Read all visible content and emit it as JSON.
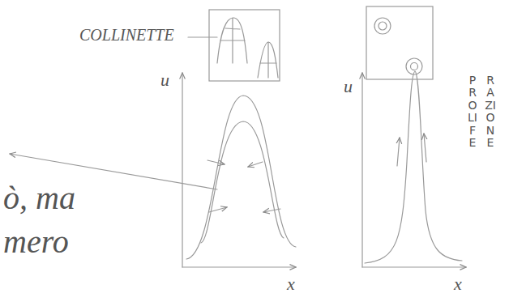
{
  "diagram": {
    "labels": [
      "COLLINETTE",
      "ò, ma",
      "mero",
      "u",
      "x",
      "u",
      "x",
      "PROLIFE",
      "RAZIONE"
    ]
  }
}
